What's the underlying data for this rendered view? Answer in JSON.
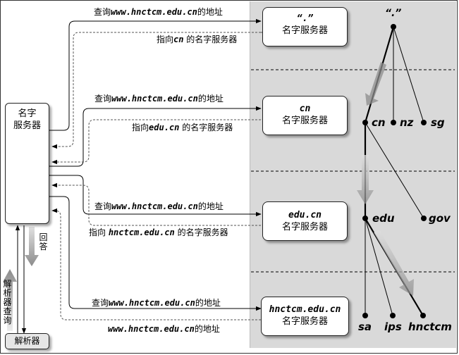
{
  "root_label": "“.”",
  "servers": {
    "root": {
      "domain": "“.”",
      "name": "名字服务器"
    },
    "cn": {
      "domain": "cn",
      "name": "名字服务器"
    },
    "edu": {
      "domain": "edu.cn",
      "name": "名字服务器"
    },
    "hnctcm": {
      "domain": "hnctcm.edu.cn",
      "name": "名字服务器"
    }
  },
  "local_server": {
    "line1": "名字",
    "line2": "服务器"
  },
  "resolver": {
    "label": "解析器"
  },
  "arrows": {
    "q1": {
      "pre": "查询",
      "mono": "www.hnctcm.edu.cn",
      "post": "的地址"
    },
    "r1": {
      "pre": "指向",
      "mono": "cn",
      "post": " 的名字服务器"
    },
    "q2": {
      "pre": "查询",
      "mono": "www.hnctcm.edu.cn",
      "post": "的地址"
    },
    "r2": {
      "pre": "指向",
      "mono": "edu.cn",
      "post": " 的名字服务器"
    },
    "q3": {
      "pre": "查询",
      "mono": "www.hnctcm.edu.cn",
      "post": "的地址"
    },
    "r3": {
      "pre": "指向 ",
      "mono": "hnctcm.edu.cn",
      "post": " 的名字服务器"
    },
    "q4": {
      "pre": "查询",
      "mono": "www.hnctcm.edu.cn",
      "post": "的地址"
    },
    "r4": {
      "pre": "",
      "mono": "www.hnctcm.edu.cn",
      "post": "的地址"
    }
  },
  "resolver_query": "解析器查询",
  "reply": "回答",
  "tree_nodes": {
    "cn": "cn",
    "nz": "nz",
    "sg": "sg",
    "edu": "edu",
    "gov": "gov",
    "sa": "sa",
    "ips": "ips",
    "hnctcm": "hnctcm"
  }
}
